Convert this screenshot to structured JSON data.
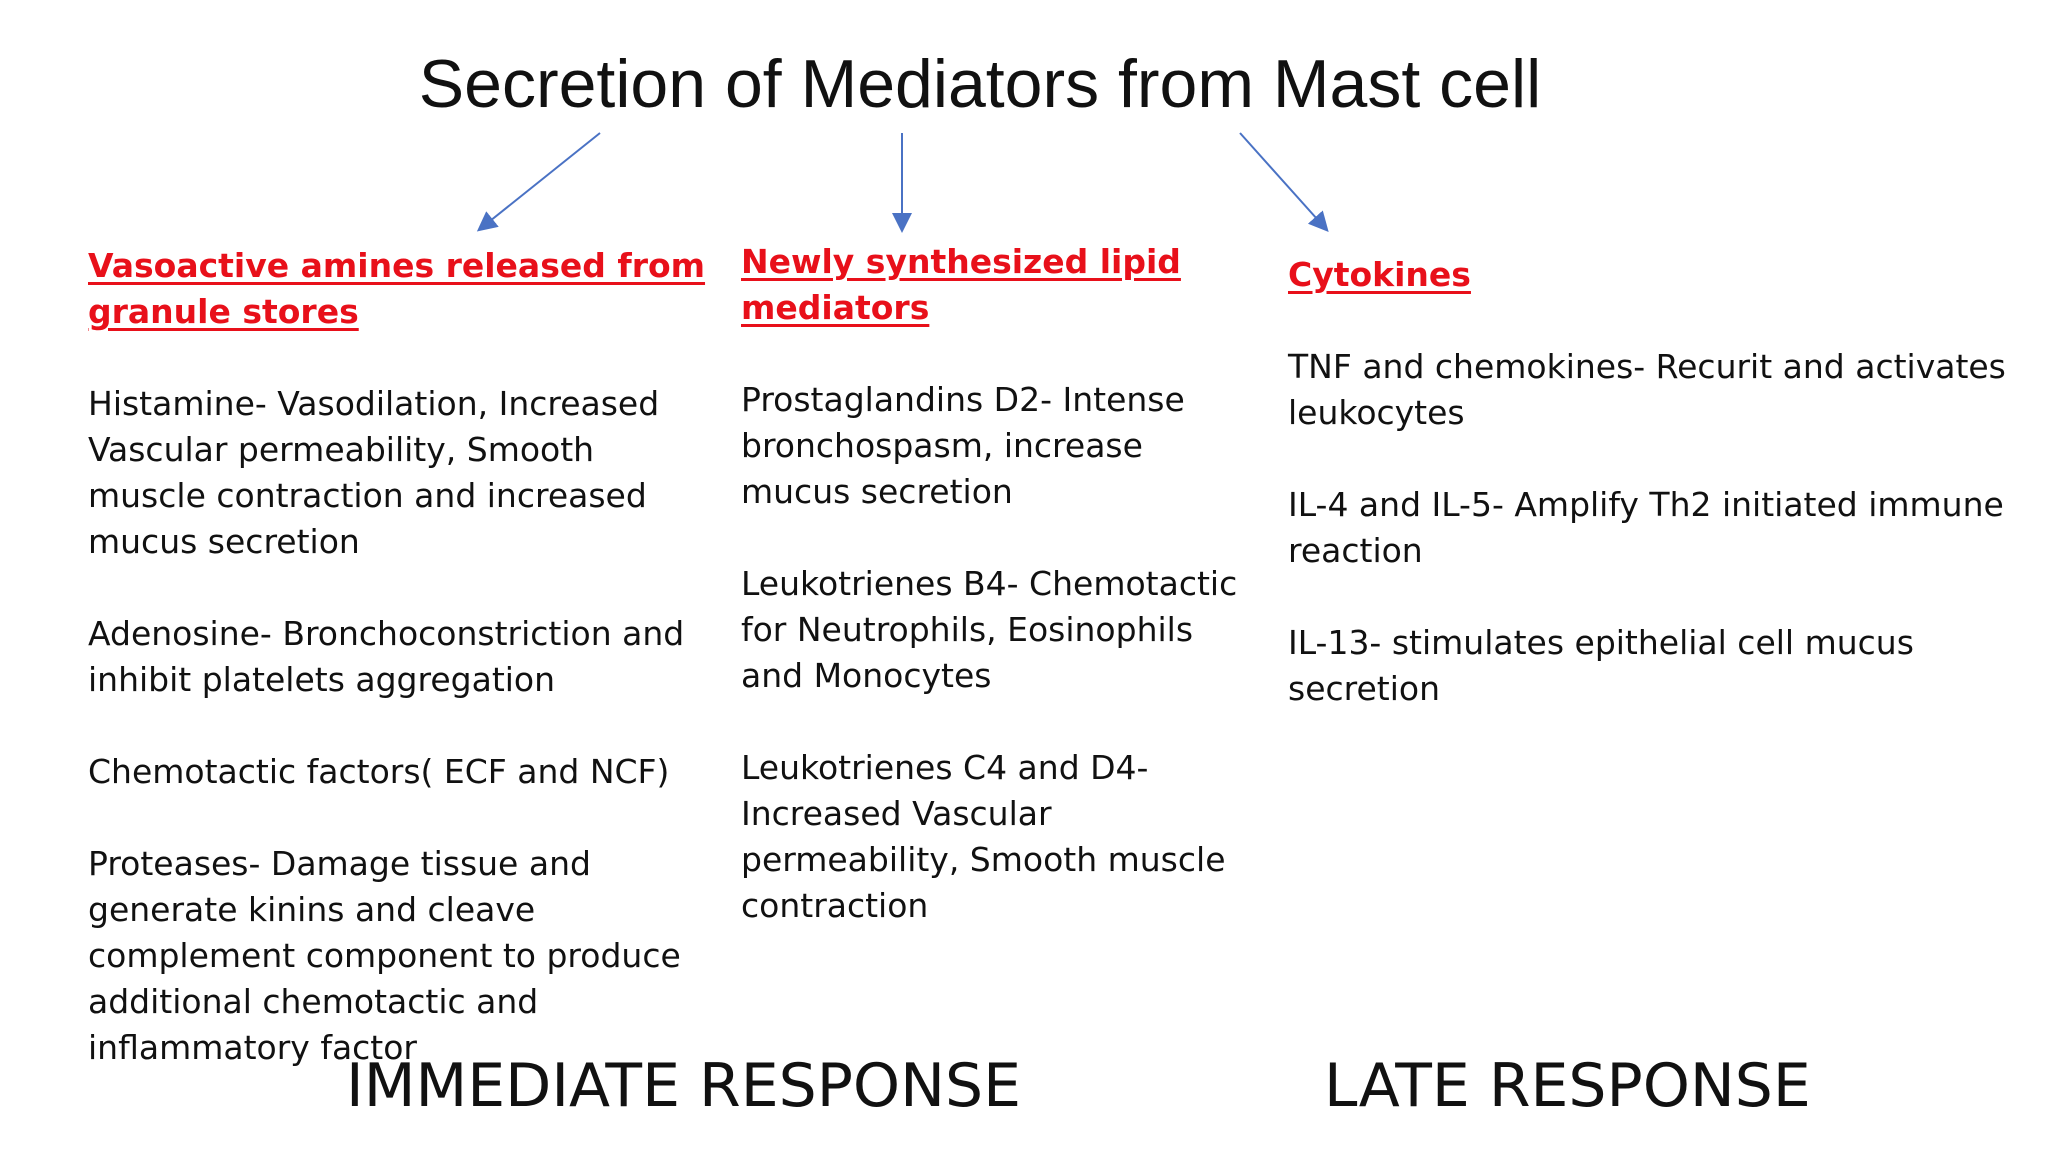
{
  "title": "Secretion of Mediators from Mast cell",
  "accent_color": "#e8101a",
  "arrow_color": "#4a72c4",
  "columns": [
    {
      "heading": "Vasoactive amines released from granule stores",
      "items": [
        "Histamine- Vasodilation, Increased Vascular permeability, Smooth muscle contraction and increased mucus secretion",
        "Adenosine- Bronchoconstriction and inhibit platelets aggregation",
        "Chemotactic factors( ECF and NCF)",
        "Proteases- Damage tissue and generate kinins and cleave complement component to produce additional chemotactic and inflammatory factor"
      ]
    },
    {
      "heading": "Newly synthesized lipid mediators",
      "items": [
        "Prostaglandins D2- Intense bronchospasm, increase mucus secretion",
        "Leukotrienes B4- Chemotactic for Neutrophils, Eosinophils and Monocytes",
        "Leukotrienes C4 and D4- Increased Vascular permeability, Smooth muscle contraction"
      ]
    },
    {
      "heading": "Cytokines",
      "items": [
        "TNF and chemokines- Recurit and activates leukocytes",
        "IL-4 and IL-5- Amplify Th2 initiated immune reaction",
        "IL-13- stimulates epithelial cell mucus secretion"
      ]
    }
  ],
  "responses": {
    "immediate": "IMMEDIATE RESPONSE",
    "late": "LATE RESPONSE"
  }
}
